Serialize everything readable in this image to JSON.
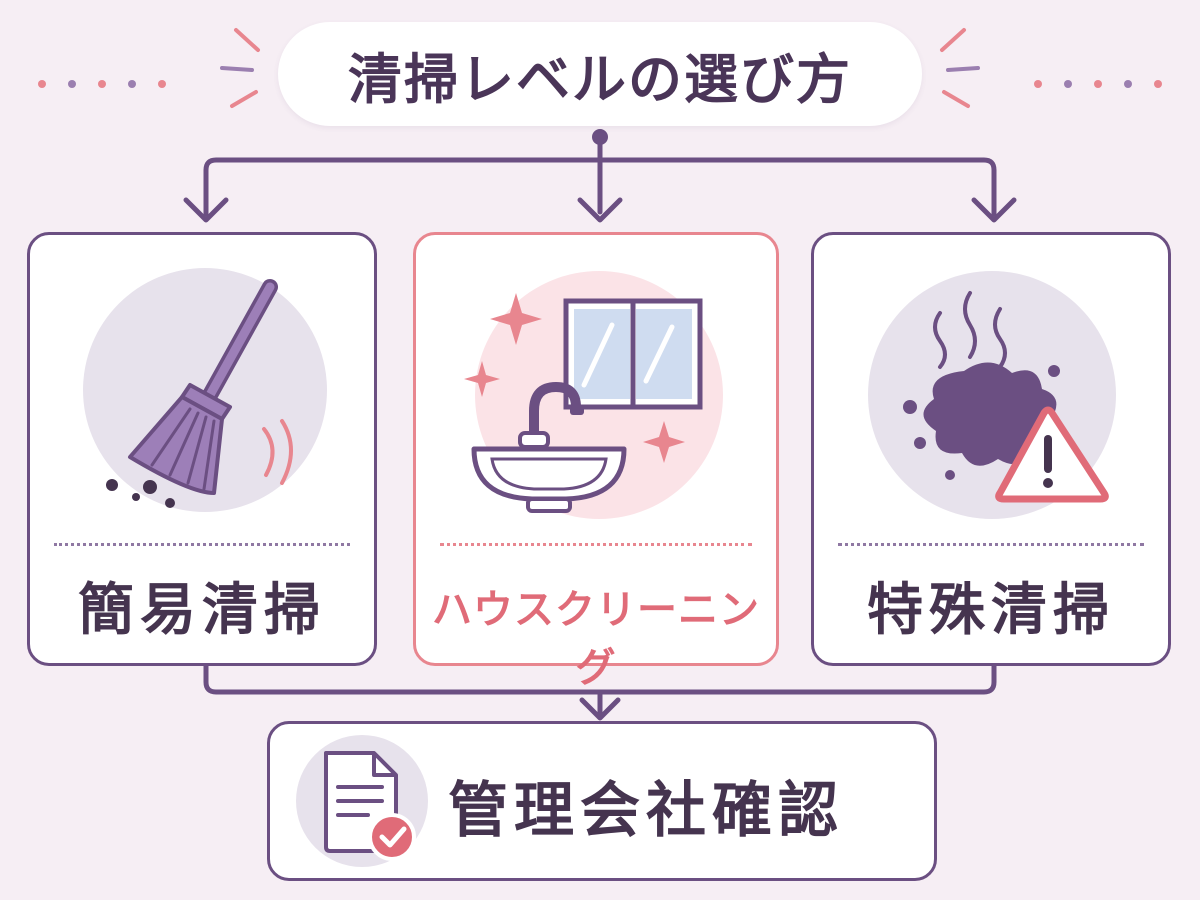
{
  "title": "清掃レベルの選び方",
  "levels": [
    {
      "label": "簡易清掃",
      "icon": "broom-icon"
    },
    {
      "label": "ハウスクリーニング",
      "icon": "sink-window-icon"
    },
    {
      "label": "特殊清掃",
      "icon": "stain-warning-icon"
    }
  ],
  "result": {
    "label": "管理会社確認",
    "icon": "document-check-icon"
  },
  "colors": {
    "background": "#f6eef4",
    "primary": "#6b4f82",
    "accent": "#e8868f",
    "text": "#45344f"
  }
}
